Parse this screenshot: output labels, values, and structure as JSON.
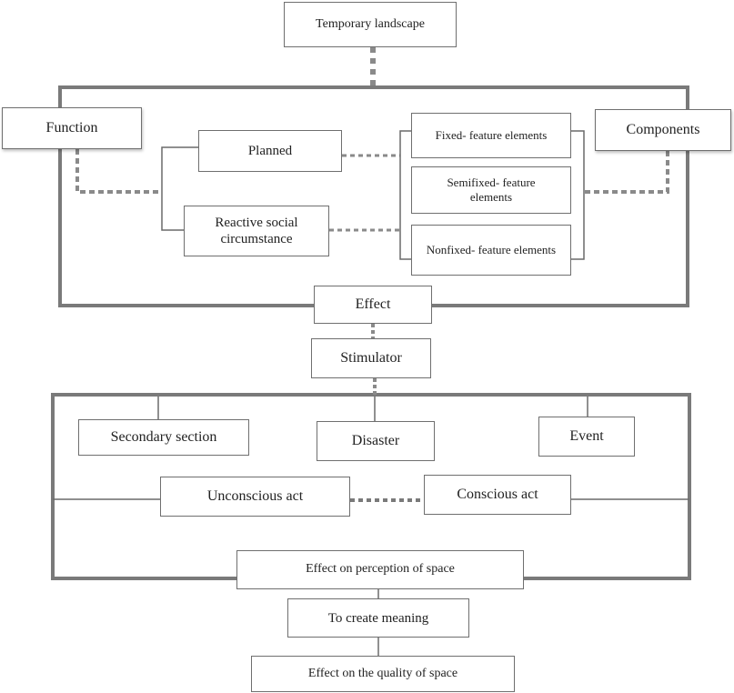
{
  "nodes": {
    "temporary_landscape": "Temporary landscape",
    "function": "Function",
    "components": "Components",
    "planned": "Planned",
    "reactive_social": "Reactive social circumstance",
    "fixed_feature": "Fixed- feature elements",
    "semifixed_feature": "Semifixed- feature elements",
    "nonfixed_feature": "Nonfixed- feature elements",
    "effect": "Effect",
    "stimulator": "Stimulator",
    "secondary_section": "Secondary section",
    "disaster": "Disaster",
    "event": "Event",
    "unconscious_act": "Unconscious act",
    "conscious_act": "Conscious act",
    "effect_perception": "Effect on perception of space",
    "create_meaning": "To create meaning",
    "effect_quality": "Effect on the quality of space"
  },
  "colors": {
    "frame": "#7a7a7a",
    "connector_dotted": "#8a8a8a",
    "connector_solid": "#6a6a6a",
    "box_border": "#6f6f6f"
  }
}
